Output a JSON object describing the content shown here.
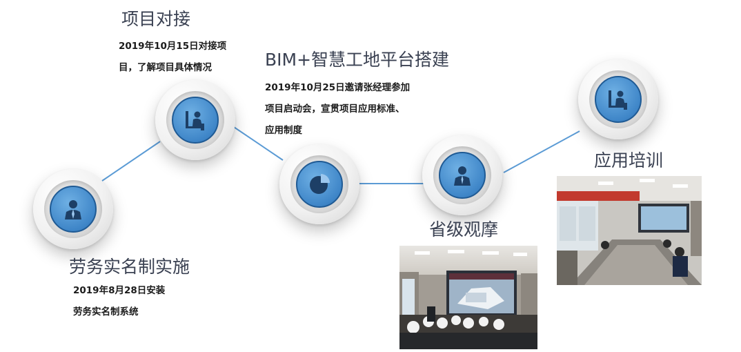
{
  "milestones": [
    {
      "title": "劳务实名制实施",
      "desc": [
        "2019年8月28日安装",
        "劳务实名制系统"
      ]
    },
    {
      "title": "项目对接",
      "desc": [
        "2019年10月15日对接项",
        "目，了解项目具体情况"
      ]
    },
    {
      "title": "BIM+智慧工地平台搭建",
      "desc": [
        "2019年10月25日邀请张经理参加",
        "项目启动会，宣贯项目应用标准、",
        "应用制度"
      ]
    },
    {
      "title": "省级观摩",
      "desc": []
    },
    {
      "title": "应用培训",
      "desc": []
    }
  ],
  "icons": [
    "worker-icon",
    "desk-person-icon",
    "pie-chart-icon",
    "person-icon",
    "desk-person-icon"
  ],
  "colors": {
    "connector": "#5b9bd5",
    "icon_blue": "#3f86c8",
    "heading": "#3a4152"
  }
}
